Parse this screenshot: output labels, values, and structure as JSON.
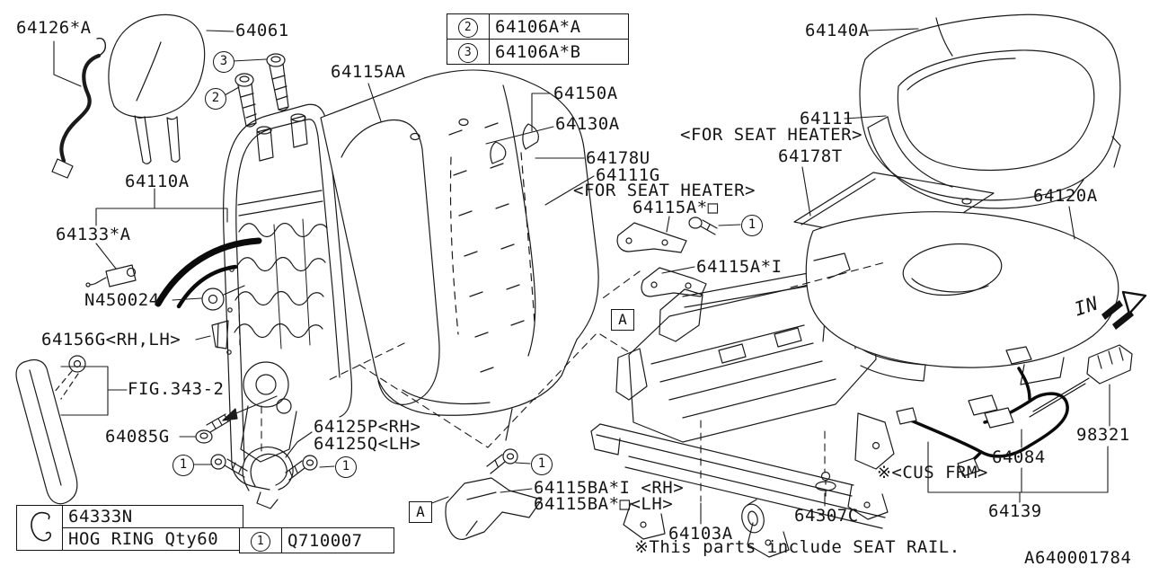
{
  "diagram": {
    "part_labels": {
      "headrest_harness": "64126*A",
      "headrest": "64061",
      "back_cover": "64115AA",
      "fastener_2": "64106A*A",
      "fastener_3": "64106A*B",
      "hook_upper": "64150A",
      "hook_lower": "64130A",
      "back_heater_pad": "64178U",
      "back_cover_heater": "64111G",
      "back_heater_note": "<FOR SEAT HEATER>",
      "inner_bracket_sq": "64115A*□",
      "inner_bracket_i": "64115A*I",
      "cushion_cover": "64140A",
      "cushion_cover_heater": "64111",
      "cushion_heater_note": "<FOR SEAT HEATER>",
      "cushion_heater_pad": "64178T",
      "cushion_pad": "64120A",
      "back_frame": "64110A",
      "lumbar_unit": "64133*A",
      "nut": "N450024",
      "clip": "64156G<RH,LH>",
      "fig_ref": "FIG.343-2",
      "bolt": "64085G",
      "cover_rh": "64125P<RH>",
      "cover_lh": "64125Q<LH>",
      "outer_bracket_rh": "64115BA*I <RH>",
      "outer_bracket_lh": "64115BA*□<LH>",
      "grommet": "64103A",
      "screw_clip": "64307C",
      "harness": "64084",
      "connector": "98321",
      "seat_rail_assy": "64139",
      "cus_frm_note": "※<CUS FRM>",
      "hog_ring_part": "64333N",
      "hog_ring_desc": "HOG RING Qty60",
      "screw_q": "Q710007"
    },
    "callouts": {
      "one": "1",
      "two": "2",
      "three": "3",
      "section": "A"
    },
    "notes": {
      "seat_rail": "※This parts include SEAT RAIL.",
      "direction": "IN"
    },
    "doc_code": "A640001784"
  }
}
